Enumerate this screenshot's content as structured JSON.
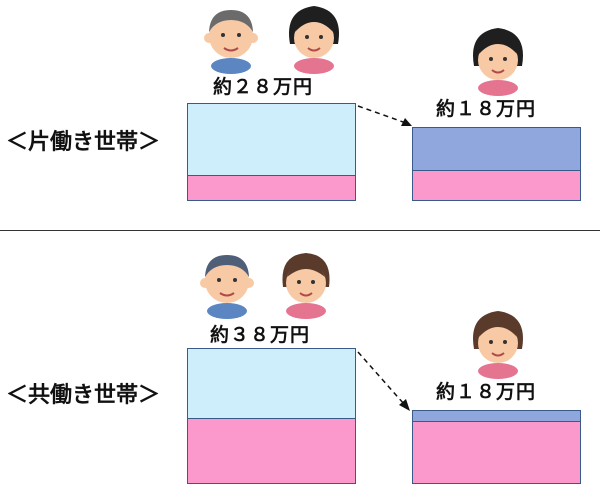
{
  "sections": [
    {
      "label": "＜片働き世帯＞",
      "before_amount": "約２８万円",
      "after_amount": "約１８万円"
    },
    {
      "label": "＜共働き世帯＞",
      "before_amount": "約３８万円",
      "after_amount": "約１８万円"
    }
  ],
  "colors": {
    "before_top": "#cdeefa",
    "single_after_top": "#8fa7dc",
    "pink": "#fb98cc",
    "border": "#3a5a8a"
  },
  "icons": [
    "elderly-man-icon",
    "elderly-woman-icon"
  ]
}
